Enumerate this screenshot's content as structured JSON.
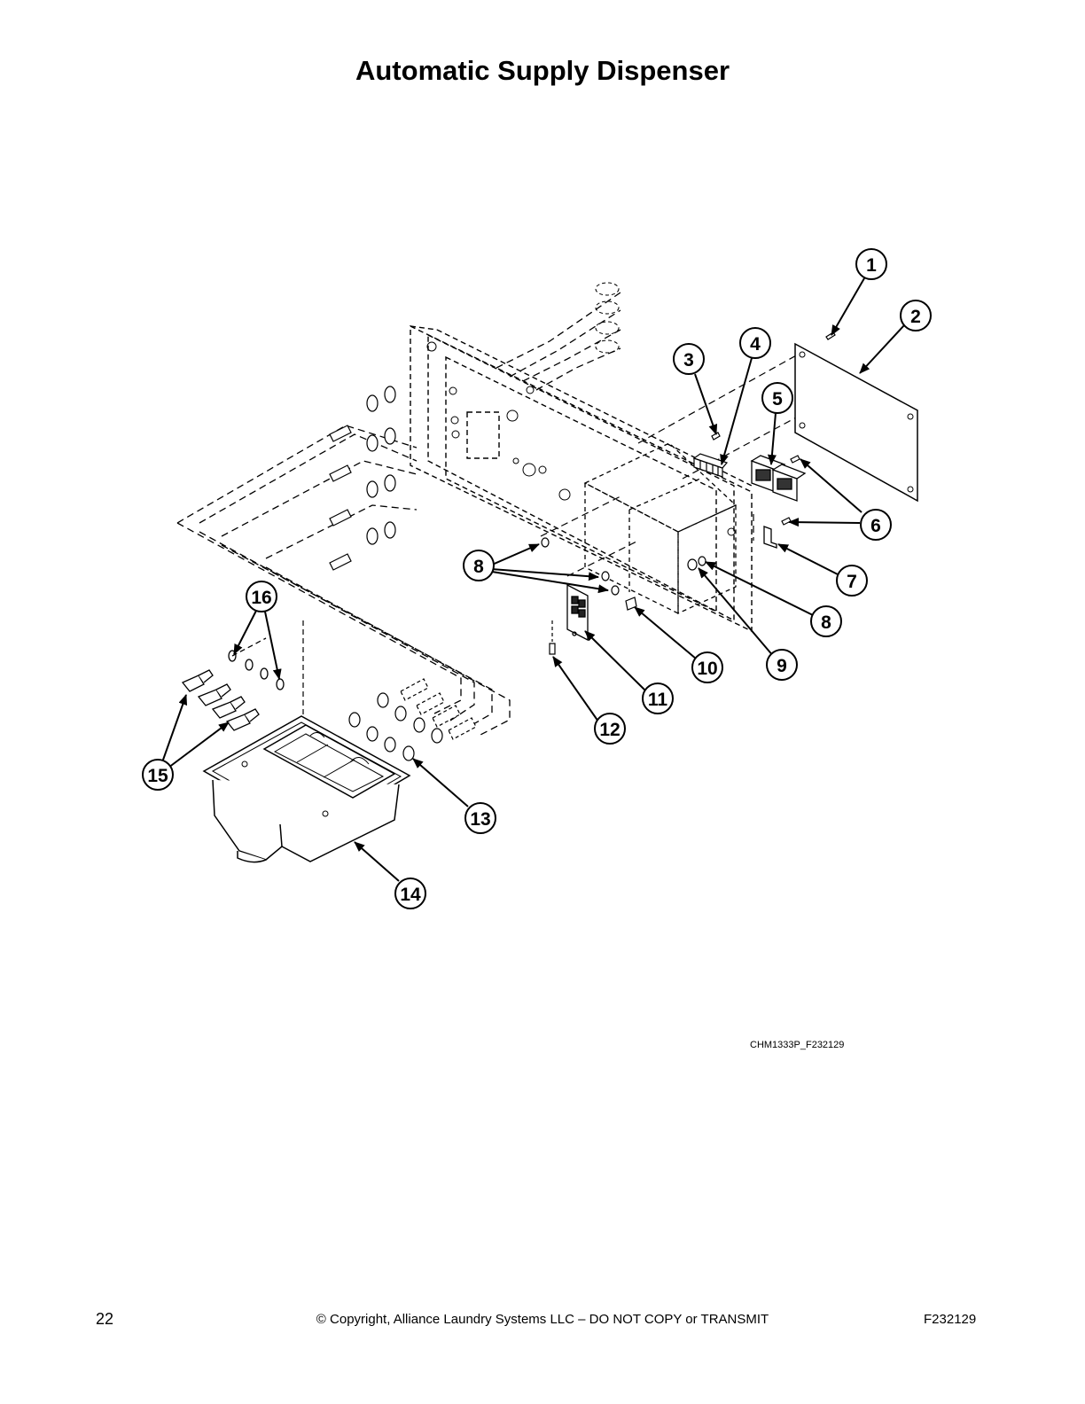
{
  "title": "Automatic Supply Dispenser",
  "callouts": [
    "1",
    "2",
    "3",
    "4",
    "5",
    "6",
    "7",
    "8",
    "8",
    "9",
    "10",
    "11",
    "12",
    "13",
    "14",
    "15",
    "16"
  ],
  "figure_code": "CHM1333P_F232129",
  "footer": {
    "page_number": "22",
    "copyright": "© Copyright, Alliance Laundry Systems LLC – DO NOT COPY or TRANSMIT",
    "doc_id": "F232129"
  }
}
